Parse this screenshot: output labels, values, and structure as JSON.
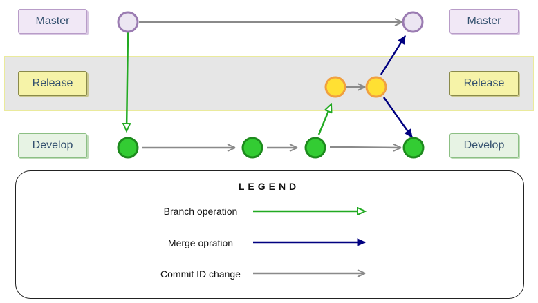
{
  "lanes": {
    "master": {
      "label_left": "Master",
      "label_right": "Master",
      "color": "#b89cc8"
    },
    "release": {
      "label_left": "Release",
      "label_right": "Release",
      "color": "#f6f3a8"
    },
    "develop": {
      "label_left": "Develop",
      "label_right": "Develop",
      "color": "#8cbf84"
    }
  },
  "commit_colors": {
    "master": {
      "fill": "#ece6f2",
      "stroke": "#9b7cb2"
    },
    "release": {
      "fill": "#ffe033",
      "stroke": "#f0a040"
    },
    "develop": {
      "fill": "#33cc33",
      "stroke": "#1d8a1d"
    }
  },
  "operation_colors": {
    "branch": "#22aa22",
    "merge": "#000080",
    "commit": "#8a8a8a"
  },
  "legend": {
    "title": "LEGEND",
    "items": [
      {
        "label": "Branch operation",
        "kind": "branch"
      },
      {
        "label": "Merge opration",
        "kind": "merge"
      },
      {
        "label": "Commit ID change",
        "kind": "commit"
      }
    ]
  }
}
